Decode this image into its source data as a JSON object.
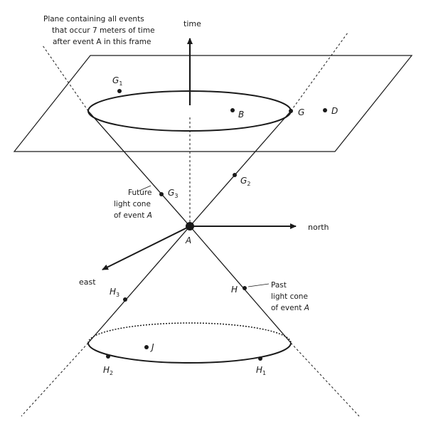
{
  "annotations": {
    "plane_note": [
      "Plane containing all events",
      "that occur 7 meters of time",
      "after event A in this frame"
    ],
    "future_note": [
      "Future",
      "light cone",
      "of event "
    ],
    "past_note": [
      "Past",
      "light cone",
      "of event "
    ],
    "future_note_event": "A",
    "past_note_event": "A"
  },
  "axes": {
    "time": "time",
    "north": "north",
    "east": "east"
  },
  "events": {
    "A": "A",
    "B": "B",
    "D": "D",
    "G": "G",
    "J": "J",
    "H": "H",
    "G1": {
      "letter": "G",
      "sub": "1"
    },
    "G2": {
      "letter": "G",
      "sub": "2"
    },
    "G3": {
      "letter": "G",
      "sub": "3"
    },
    "H1": {
      "letter": "H",
      "sub": "1"
    },
    "H2": {
      "letter": "H",
      "sub": "2"
    },
    "H3": {
      "letter": "H",
      "sub": "3"
    }
  }
}
